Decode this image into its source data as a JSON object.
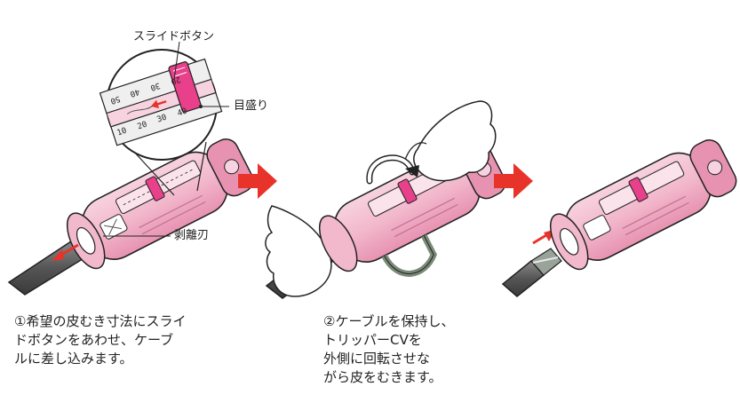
{
  "labels": {
    "slide_button": "スライドボタン",
    "scale_marks": "目盛り",
    "blade": "剥離刃"
  },
  "steps": [
    {
      "lines": [
        "①希望の皮むき寸法にスライ",
        "ドボタンをあわせ、ケーブ",
        "ルに差し込みます。"
      ]
    },
    {
      "lines": [
        "②ケーブルを保持し、",
        "トリッパーCVを",
        "外側に回転させな",
        "がら皮をむきます。"
      ]
    }
  ],
  "scale_numbers": [
    "10",
    "20",
    "30",
    "40",
    "50",
    "40",
    "30",
    "20"
  ],
  "colors": {
    "body_pink": "#f2b8cc",
    "body_pink_dark": "#e792b0",
    "slider_magenta": "#e8408a",
    "arrow_red": "#e8332a",
    "cable_gray": "#5a5a5a",
    "outline": "#222222"
  }
}
